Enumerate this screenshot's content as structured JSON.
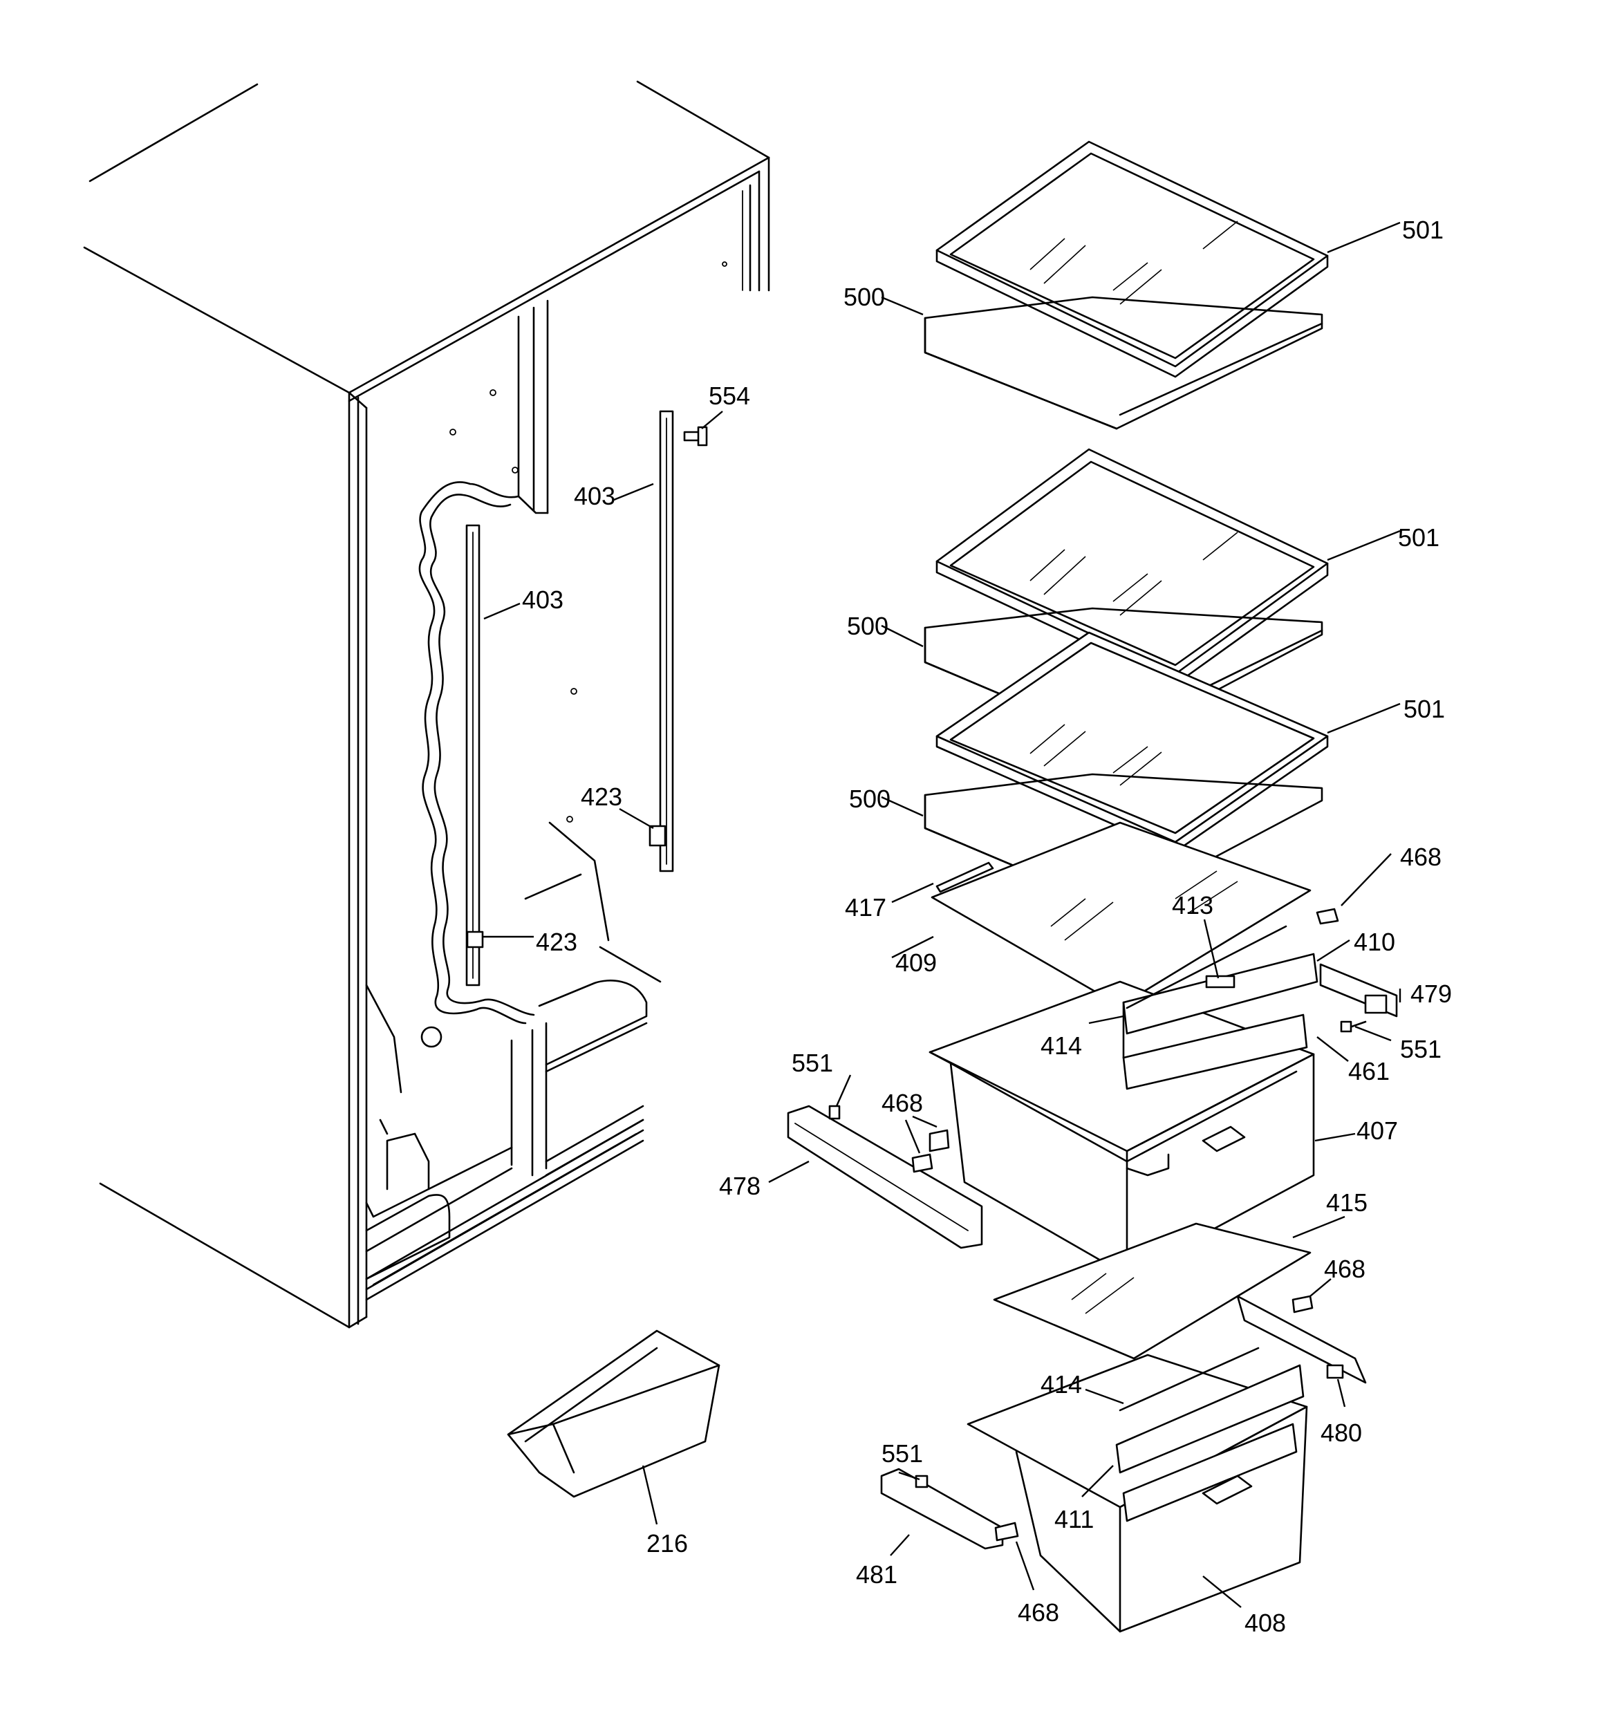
{
  "labels": {
    "l501a": "501",
    "l500a": "500",
    "l554": "554",
    "l403a": "403",
    "l403b": "403",
    "l501b": "501",
    "l500b": "500",
    "l501c": "501",
    "l500c": "500",
    "l423a": "423",
    "l468a": "468",
    "l417": "417",
    "l413": "413",
    "l423b": "423",
    "l410": "410",
    "l409": "409",
    "l479": "479",
    "l414a": "414",
    "l551a": "551",
    "l461": "461",
    "l551b": "551",
    "l468b": "468",
    "l407": "407",
    "l478": "478",
    "l415": "415",
    "l468c": "468",
    "l414b": "414",
    "l480": "480",
    "l551c": "551",
    "l216": "216",
    "l411": "411",
    "l481": "481",
    "l468d": "468",
    "l408": "408"
  }
}
